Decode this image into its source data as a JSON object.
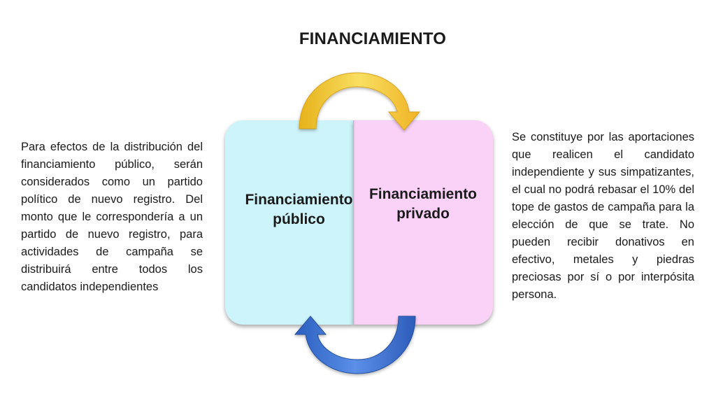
{
  "title": "FINANCIAMIENTO",
  "left_text": "Para efectos de la distribución del financiamiento público, serán considerados como un partido político de nuevo registro. Del monto que le correspondería a un partido de nuevo registro, para actividades de campaña se distribuirá entre todos los candidatos independientes",
  "right_text": "Se constituye por las aportaciones que realicen el candidato independiente y sus simpatizantes, el cual no podrá rebasar el 10% del tope de gastos de campaña para la elección de que se trate. No pueden recibir donativos en efectivo, metales y piedras preciosas por sí o por interpósita persona.",
  "diagram": {
    "public_box": {
      "line1": "Financiamiento",
      "line2": "público",
      "color": "#cdf4fa"
    },
    "private_box": {
      "line1": "Financiamiento",
      "line2": "privado",
      "color": "#fad2f8"
    },
    "top_arrow": {
      "color": "#f2c12e",
      "icon": "curved-arrow-right-icon"
    },
    "bottom_arrow": {
      "color": "#3a6fd0",
      "icon": "curved-arrow-left-icon"
    }
  }
}
